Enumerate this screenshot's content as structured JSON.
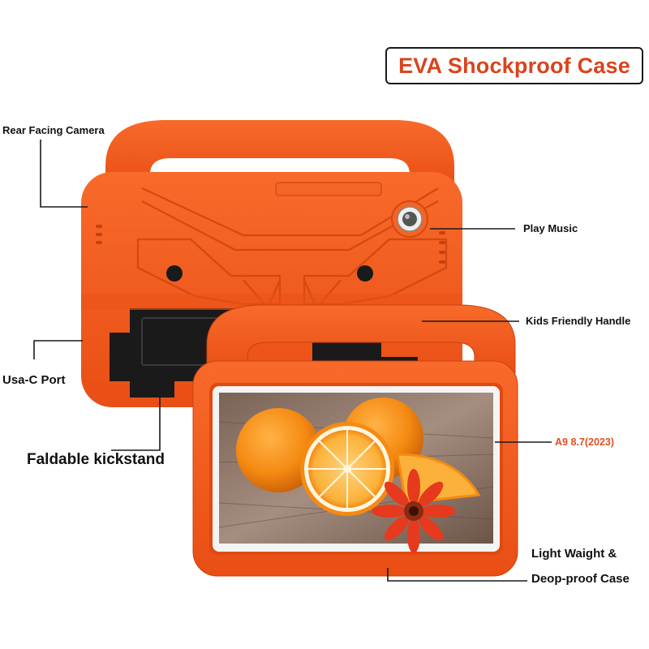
{
  "title": "EVA Shockproof Case",
  "labels": {
    "rear_camera": "Rear Facing Camera",
    "play_music": "Play Music",
    "handle": "Kids Friendly Handle",
    "usb": "Usa-C Port",
    "kickstand": "Faldable kickstand",
    "model": "A9 8.7(2023)",
    "light_weight_line1": "Light Waight &",
    "light_weight_line2": "Deop-proof Case"
  },
  "colors": {
    "case_orange": "#f0561e",
    "case_shadow": "#c9420f",
    "title_red": "#d9441c",
    "model_text": "#e0501f"
  },
  "icons": {
    "camera": "camera-lens-icon",
    "kickstand": "kickstand-icon"
  }
}
